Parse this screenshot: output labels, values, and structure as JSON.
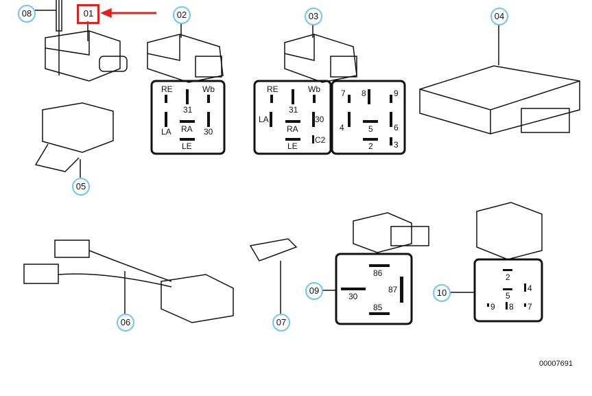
{
  "callouts": [
    "08",
    "01",
    "02",
    "03",
    "04",
    "05",
    "06",
    "07",
    "09",
    "10"
  ],
  "highlight": {
    "label": "01",
    "color": "#e0201b"
  },
  "accent": "#6ec6f0",
  "pins": {
    "p02": [
      "RE",
      "Wb",
      "31",
      "LA",
      "RA",
      "30",
      "LE"
    ],
    "p03a": [
      "RE",
      "Wb",
      "31",
      "LA",
      "RA",
      "30",
      "LE",
      "C2"
    ],
    "p03b": [
      "7",
      "8",
      "9",
      "4",
      "5",
      "6",
      "2",
      "3"
    ],
    "p09": [
      "86",
      "30",
      "87",
      "85"
    ],
    "p10": [
      "2",
      "5",
      "4",
      "9",
      "8",
      "7"
    ]
  },
  "reference": "00007691"
}
